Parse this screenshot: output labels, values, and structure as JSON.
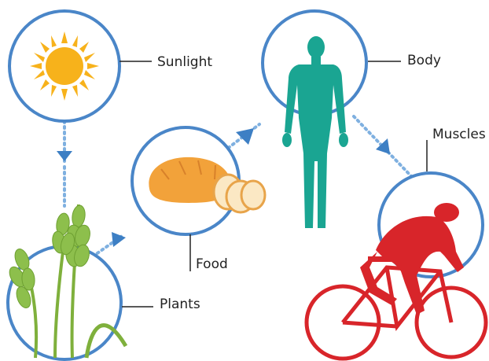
{
  "diagram": {
    "nodes": [
      {
        "id": "sunlight",
        "label": "Sunlight",
        "icon": "sun-icon"
      },
      {
        "id": "plants",
        "label": "Plants",
        "icon": "wheat-icon"
      },
      {
        "id": "food",
        "label": "Food",
        "icon": "bread-icon"
      },
      {
        "id": "body",
        "label": "Body",
        "icon": "human-body-icon"
      },
      {
        "id": "muscles",
        "label": "Muscles",
        "icon": "cyclist-icon"
      }
    ],
    "flow": [
      "Sunlight",
      "Plants",
      "Food",
      "Body",
      "Muscles"
    ]
  },
  "colors": {
    "circle_ring": "#4a86c8",
    "arrow": "#3d7fc4",
    "sun": "#f7b21b",
    "wheat": "#8dbf4c",
    "bread": "#f2a23a",
    "body": "#1aa592",
    "cyclist": "#d8252a"
  }
}
